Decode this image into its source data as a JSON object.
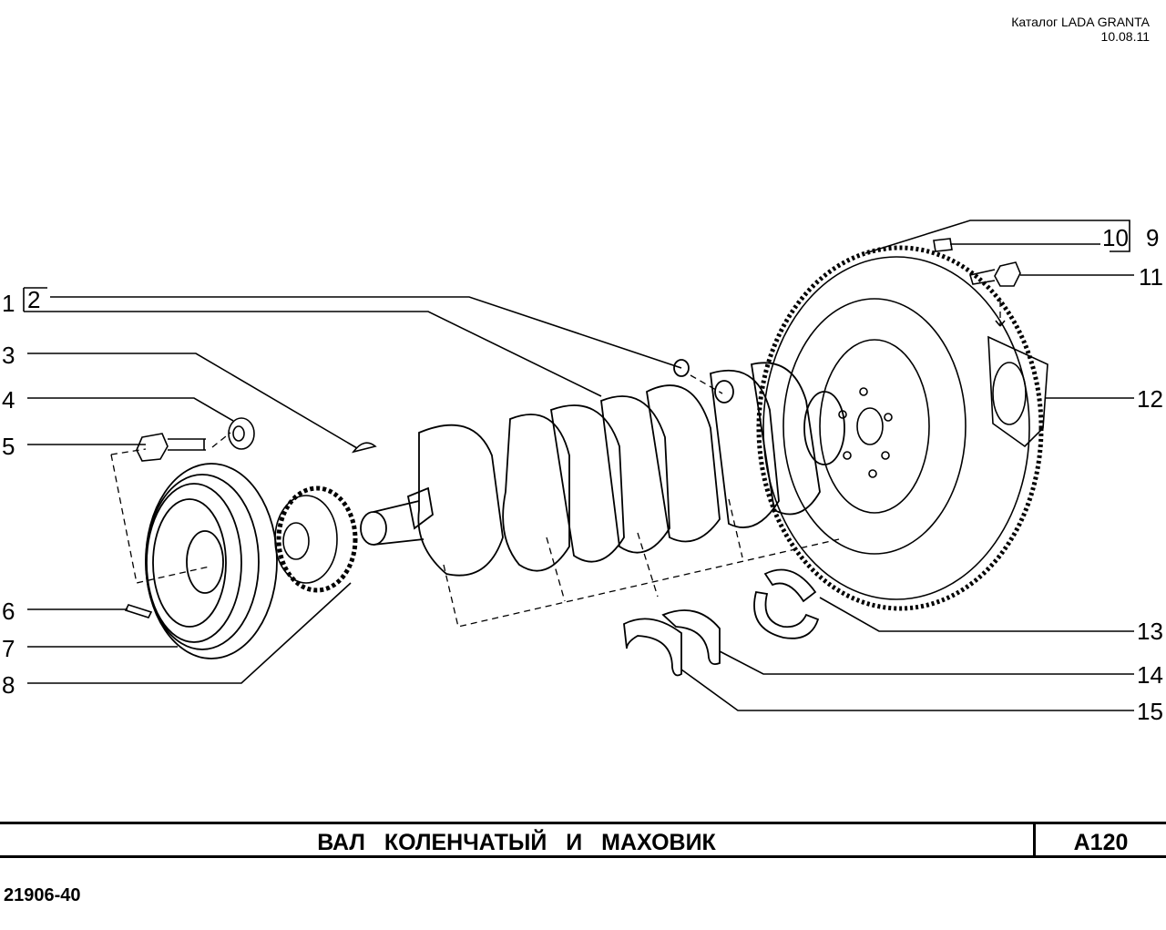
{
  "header": {
    "catalog": "Каталог LADA  GRANTA",
    "date": "10.08.11"
  },
  "callouts": {
    "c1": "1",
    "c2": "2",
    "c3": "3",
    "c4": "4",
    "c5": "5",
    "c6": "6",
    "c7": "7",
    "c8": "8",
    "c9": "9",
    "c10": "10",
    "c11": "11",
    "c12": "12",
    "c13": "13",
    "c14": "14",
    "c15": "15"
  },
  "title_block": {
    "title": "ВАЛ  КОЛЕНЧАТЫЙ  И  МАХОВИК",
    "code": "A120"
  },
  "drawing_number": "21906-40"
}
